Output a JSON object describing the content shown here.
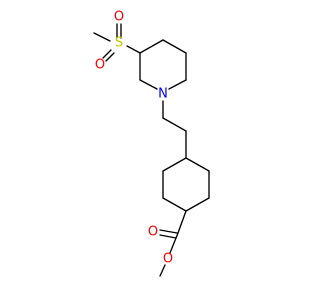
{
  "structure": {
    "atoms": {
      "sulfur": {
        "symbol": "S",
        "color": "#c8c800"
      },
      "sulfonyl_oxygen_upper": {
        "symbol": "O",
        "color": "#ff0000"
      },
      "sulfonyl_oxygen_lower": {
        "symbol": "O",
        "color": "#ff0000"
      },
      "piperidine_nitrogen": {
        "symbol": "N",
        "color": "#0000ff"
      },
      "ester_carbonyl_oxygen": {
        "symbol": "O",
        "color": "#ff0000"
      },
      "ester_ether_oxygen": {
        "symbol": "O",
        "color": "#ff0000"
      }
    },
    "bond_color": "#000000"
  }
}
